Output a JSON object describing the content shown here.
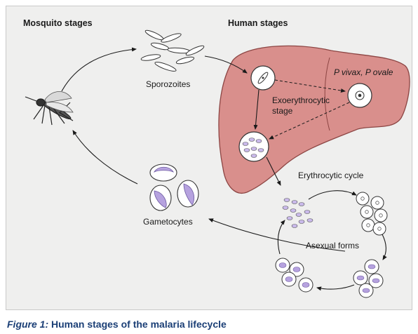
{
  "labels": {
    "mosquito_stages": "Mosquito stages",
    "human_stages": "Human stages",
    "sporozoites": "Sporozoites",
    "p_vivax_ovale": "P vivax, P ovale",
    "exoerythrocytic_line1": "Exoerythrocytic",
    "exoerythrocytic_line2": "stage",
    "erythrocytic_cycle": "Erythrocytic cycle",
    "gametocytes": "Gametocytes",
    "asexual_forms": "Asexual forms"
  },
  "caption": {
    "number": "Figure 1:",
    "text": "Human stages of the malaria lifecycle"
  },
  "colors": {
    "panel_bg": "#efefee",
    "liver_fill": "#d98f8c",
    "liver_stroke": "#8c4543",
    "parasite_purple": "#9b82c9",
    "caption_blue": "#1b3f76"
  },
  "icons": [
    "mosquito-icon",
    "sporozoite-cluster-icon",
    "liver-icon",
    "hepatocyte-icon",
    "red-blood-cell-icon"
  ]
}
